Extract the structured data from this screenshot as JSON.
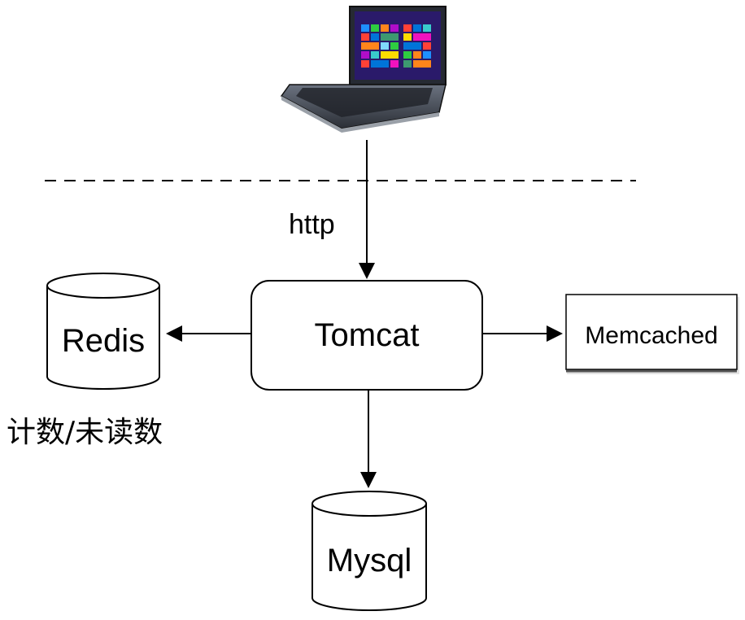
{
  "nodes": {
    "client": {
      "kind": "laptop"
    },
    "tomcat": {
      "label": "Tomcat"
    },
    "redis": {
      "label": "Redis",
      "note": "计数/未读数"
    },
    "memcached": {
      "label": "Memcached"
    },
    "mysql": {
      "label": "Mysql"
    }
  },
  "edges": {
    "client_to_tomcat": {
      "label": "http"
    },
    "tomcat_to_redis": {
      "label": ""
    },
    "tomcat_to_memcached": {
      "label": ""
    },
    "tomcat_to_mysql": {
      "label": ""
    }
  },
  "boundary": {
    "style": "dashed"
  },
  "colors": {
    "stroke": "#000000",
    "background": "#ffffff",
    "laptop_body": "#3a3f4a",
    "laptop_screen_bg": "#2a1a6a"
  }
}
